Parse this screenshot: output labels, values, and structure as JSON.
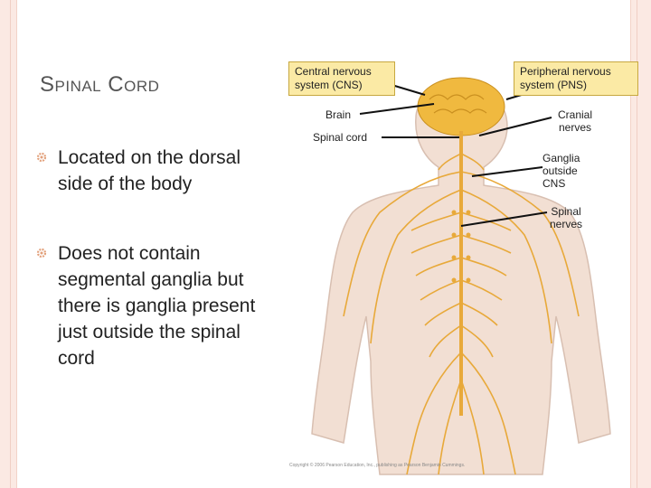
{
  "slide": {
    "title": "Spinal Cord"
  },
  "bullets": [
    {
      "text": "Located on the dorsal side of the body"
    },
    {
      "text": "Does not contain segmental ganglia but there is ganglia present just outside the spinal cord"
    }
  ],
  "figure": {
    "cns_callout": "Central nervous system (CNS)",
    "pns_callout": "Peripheral nervous system (PNS)",
    "labels": {
      "brain": "Brain",
      "spinal_cord": "Spinal cord",
      "cranial_nerves": "Cranial nerves",
      "ganglia": "Ganglia outside CNS",
      "spinal_nerves": "Spinal nerves"
    },
    "copyright": "Copyright © 2006 Pearson Education, Inc., publishing as Pearson Benjamin Cummings."
  },
  "colors": {
    "frame": "#fbe9e3",
    "callout_fill": "#fbeaa5",
    "nerve": "#e8a93a",
    "skin": "#f2dfd3",
    "bullet_icon": "#e2a07a"
  }
}
